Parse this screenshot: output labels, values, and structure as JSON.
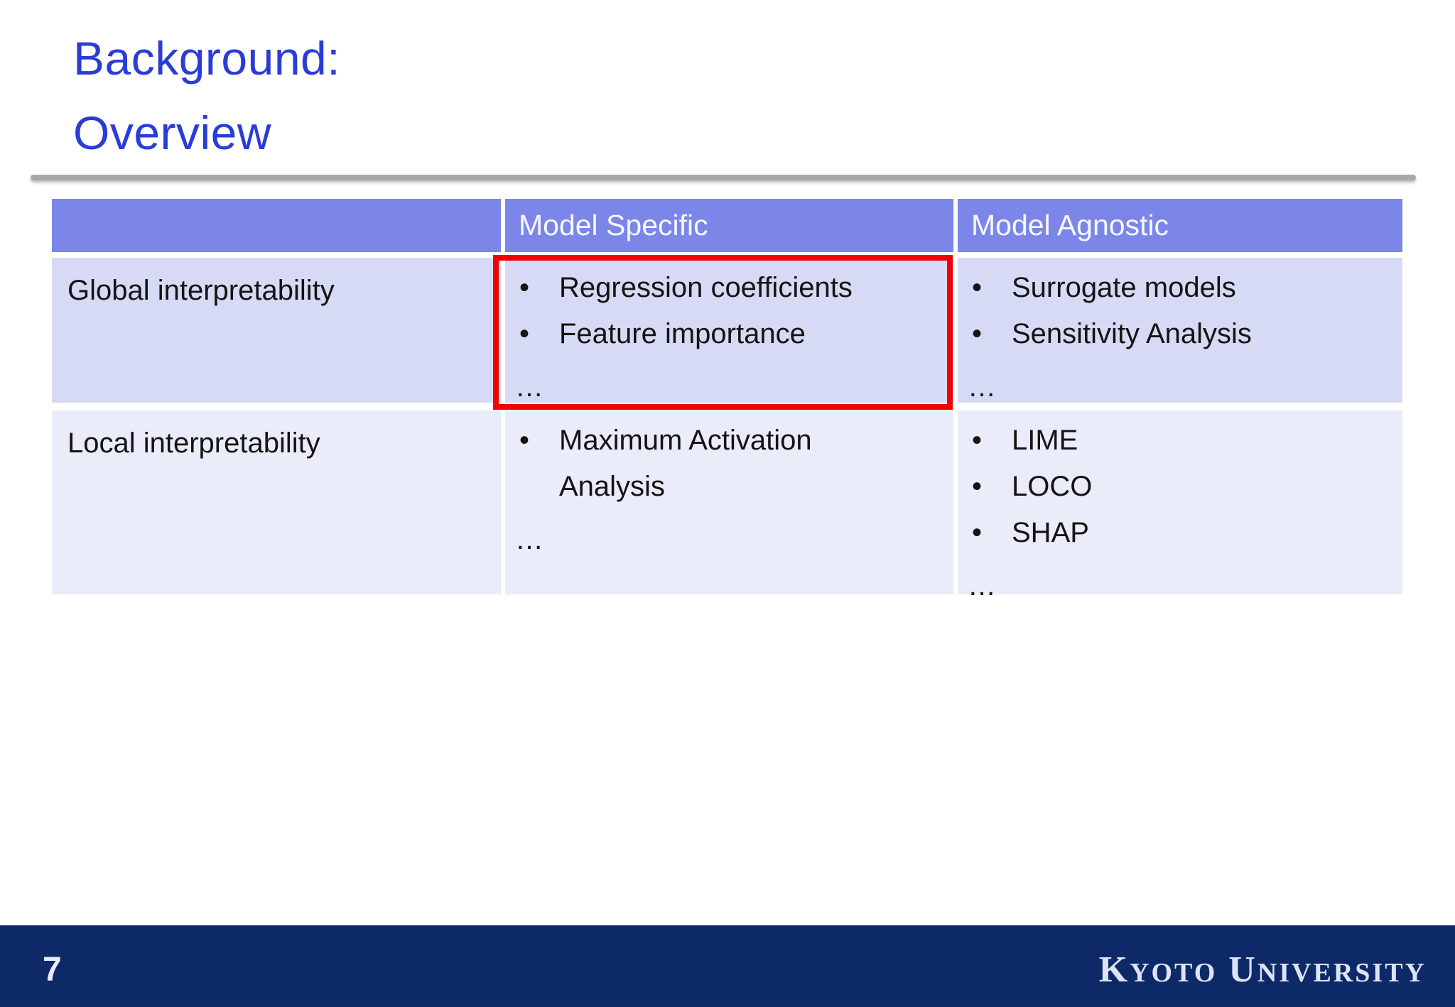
{
  "slide": {
    "title_line1": "Background:",
    "title_line2": "Overview",
    "page_number": "7",
    "brand": {
      "word1_initial": "K",
      "word1_rest": "YOTO",
      "word2_initial": "U",
      "word2_rest": "NIVERSITY"
    }
  },
  "table": {
    "headers": {
      "col1": "",
      "col2": "Model Specific",
      "col3": "Model Agnostic"
    },
    "rows": [
      {
        "label": "Global interpretability",
        "model_specific": {
          "bullets": [
            "Regression coefficients",
            "Feature importance"
          ],
          "more": "…",
          "highlighted": true
        },
        "model_agnostic": {
          "bullets": [
            "Surrogate models",
            "Sensitivity Analysis"
          ],
          "more": "…",
          "highlighted": false
        }
      },
      {
        "label": "Local interpretability",
        "model_specific": {
          "bullets": [
            "Maximum Activation Analysis"
          ],
          "more": "…",
          "highlighted": false
        },
        "model_agnostic": {
          "bullets": [
            "LIME",
            "LOCO",
            "SHAP"
          ],
          "more": "…",
          "highlighted": false
        }
      }
    ]
  },
  "colors": {
    "title_blue": "#2a3cd8",
    "header_fill": "#7b86e8",
    "row1_fill": "#d7daf5",
    "row2_fill": "#eaecf9",
    "highlight_red": "#ee0202",
    "footer_navy": "#0d2968",
    "divider_gray": "#a8a8a8",
    "header_text": "#f7f8fe",
    "body_text": "#141414",
    "footer_text": "#dde3f6"
  }
}
